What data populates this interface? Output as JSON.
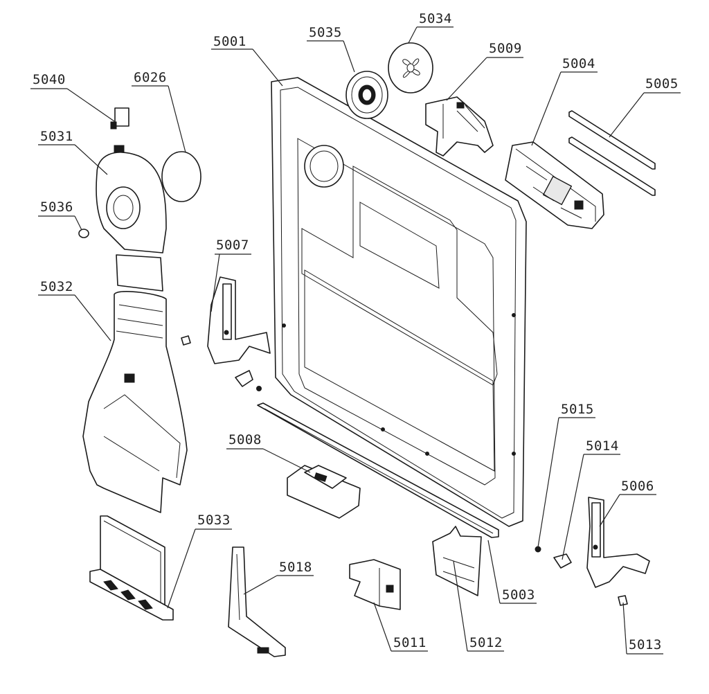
{
  "labels": [
    {
      "id": "5001",
      "text": "5001"
    },
    {
      "id": "5003",
      "text": "5003"
    },
    {
      "id": "5004",
      "text": "5004"
    },
    {
      "id": "5005",
      "text": "5005"
    },
    {
      "id": "5006",
      "text": "5006"
    },
    {
      "id": "5007",
      "text": "5007"
    },
    {
      "id": "5008",
      "text": "5008"
    },
    {
      "id": "5009",
      "text": "5009"
    },
    {
      "id": "5011",
      "text": "5011"
    },
    {
      "id": "5012",
      "text": "5012"
    },
    {
      "id": "5013",
      "text": "5013"
    },
    {
      "id": "5014",
      "text": "5014"
    },
    {
      "id": "5015",
      "text": "5015"
    },
    {
      "id": "5018",
      "text": "5018"
    },
    {
      "id": "5031",
      "text": "5031"
    },
    {
      "id": "5032",
      "text": "5032"
    },
    {
      "id": "5033",
      "text": "5033"
    },
    {
      "id": "5034",
      "text": "5034"
    },
    {
      "id": "5035",
      "text": "5035"
    },
    {
      "id": "5036",
      "text": "5036"
    },
    {
      "id": "5040",
      "text": "5040"
    },
    {
      "id": "6026",
      "text": "6026"
    }
  ]
}
